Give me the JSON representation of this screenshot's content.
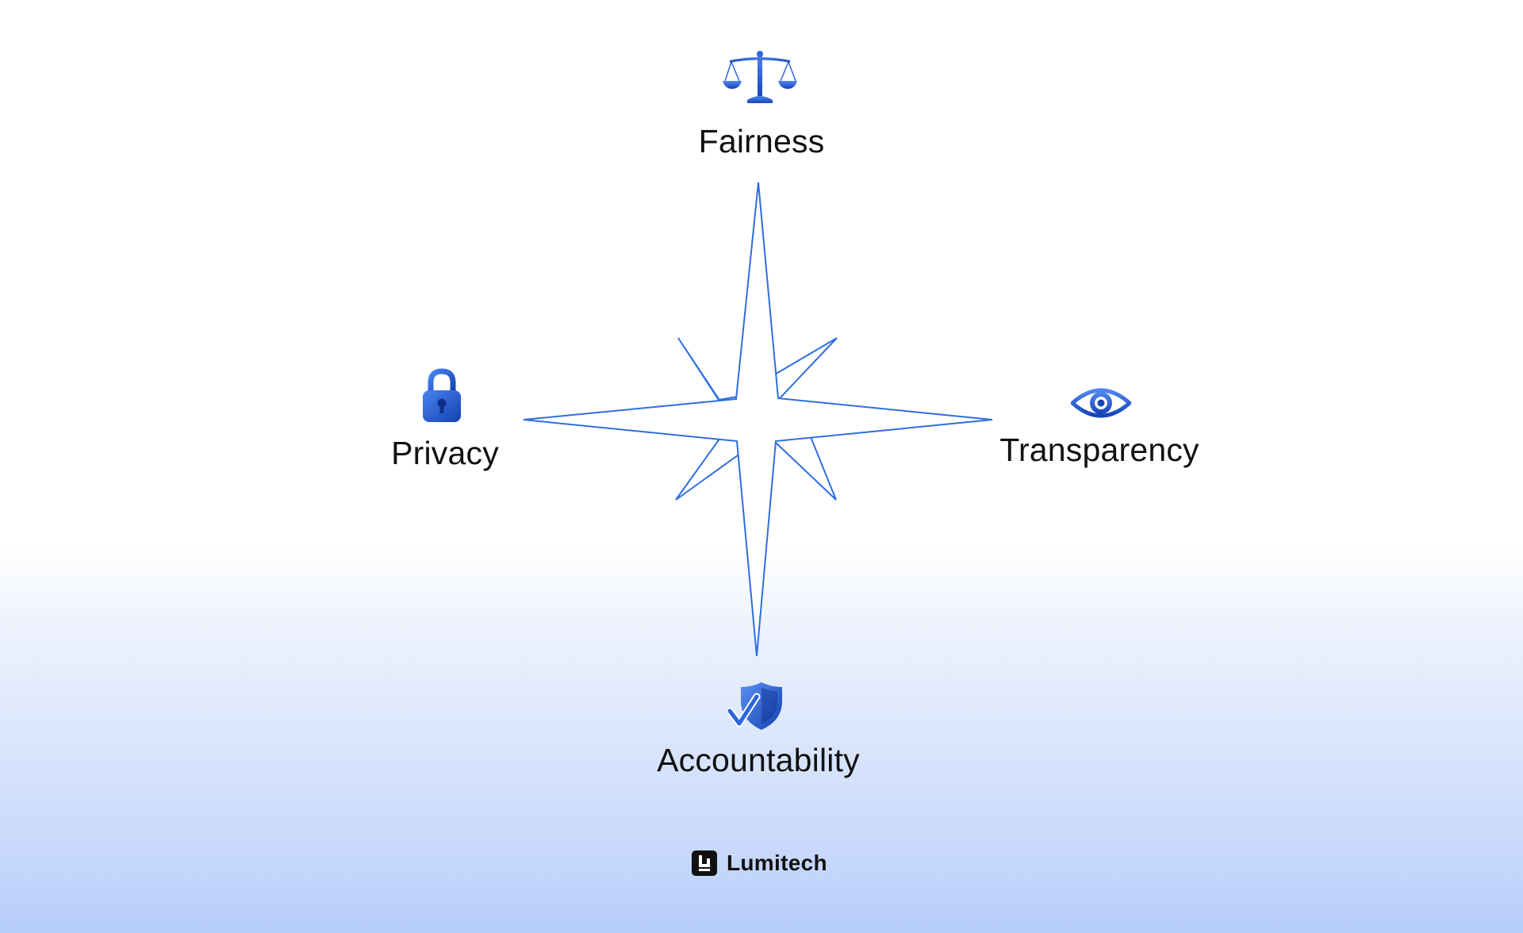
{
  "diagram": {
    "values": [
      {
        "id": "fairness",
        "label": "Fairness",
        "icon": "scales-icon"
      },
      {
        "id": "privacy",
        "label": "Privacy",
        "icon": "padlock-icon"
      },
      {
        "id": "transparency",
        "label": "Transparency",
        "icon": "eye-icon"
      },
      {
        "id": "accountability",
        "label": "Accountability",
        "icon": "shield-check-icon"
      }
    ],
    "center_shape": "eight-point-compass-star"
  },
  "brand": {
    "name": "Lumitech",
    "logo_icon": "lumitech-logo-icon"
  },
  "colors": {
    "accent": "#1f5fd6",
    "icon_blue": "#2a66e0",
    "text": "#111111",
    "gradient_bottom": "#b7cdfa"
  }
}
